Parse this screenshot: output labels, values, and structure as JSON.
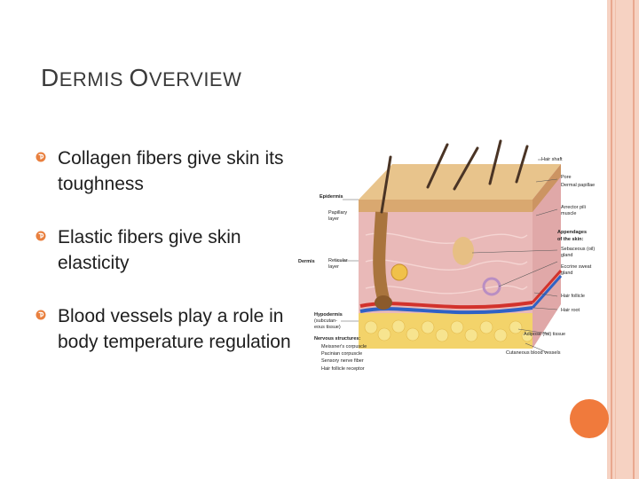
{
  "slide": {
    "title_first": "D",
    "title_rest": "ERMIS ",
    "title_first2": "O",
    "title_rest2": "VERVIEW",
    "bullets": [
      "Collagen fibers give skin its toughness",
      "Elastic fibers give skin elasticity",
      "Blood vessels play a role in body temperature regulation"
    ]
  },
  "figure": {
    "labels_left": {
      "epidermis": "Epidermis",
      "papillary": "Papillary",
      "papillary2": "layer",
      "dermis": "Dermis",
      "reticular": "Reticular",
      "reticular2": "layer",
      "hypodermis": "Hypodermis",
      "hypo_sub": "(subcutan-",
      "hypo_sub2": "eous tissue)",
      "nervous": "Nervous structures:",
      "meissner": "Meissner's corpuscle",
      "pacinian": "Pacinian corpuscle",
      "sensory": "Sensory nerve fiber",
      "hair_receptor": "Hair follicle receptor"
    },
    "labels_right": {
      "hair_shaft": "Hair shaft",
      "pore": "Pore",
      "dermal_papillae": "Dermal papillae",
      "arrector": "Arrector pili",
      "arrector2": "muscle",
      "appendages": "Appendages",
      "appendages2": "of the skin:",
      "sebaceous": "Sebaceous (oil)",
      "sebaceous2": "gland",
      "eccrine": "Eccrine sweat",
      "eccrine2": "gland",
      "follicle": "Hair follicle",
      "root": "Hair root",
      "adipose": "Adipose (fat) tissue",
      "blood": "Cutaneous blood vessels"
    }
  },
  "colors": {
    "accent": "#f07a3c",
    "border": "#f6d2c2"
  }
}
